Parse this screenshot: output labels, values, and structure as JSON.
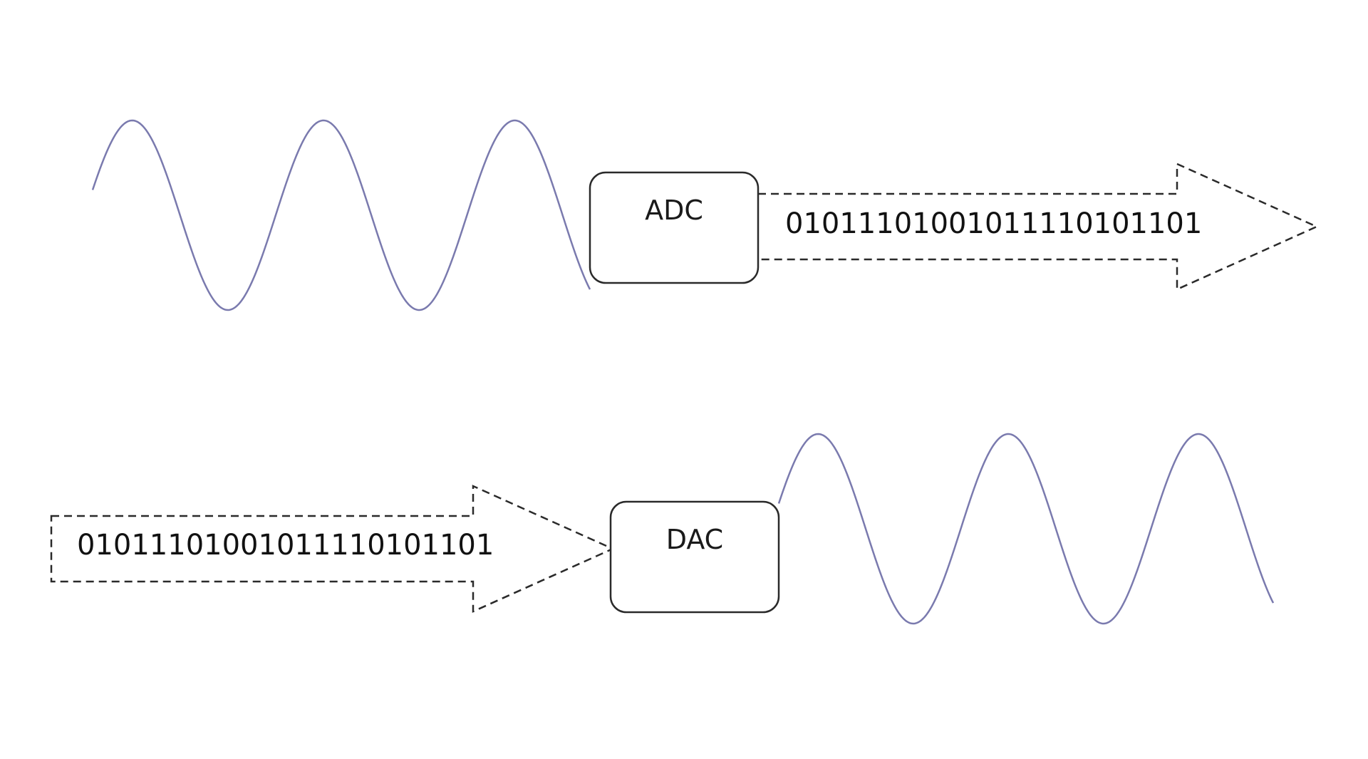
{
  "adc": {
    "label": "ADC",
    "bitstream": "01011101001011110101101"
  },
  "dac": {
    "label": "DAC",
    "bitstream": "01011101001011110101101"
  },
  "colors": {
    "wave": "#7a7aae",
    "stroke": "#2a2a2a",
    "text": "#111111",
    "background": "#ffffff"
  },
  "signal": {
    "cycles": 2.6
  }
}
